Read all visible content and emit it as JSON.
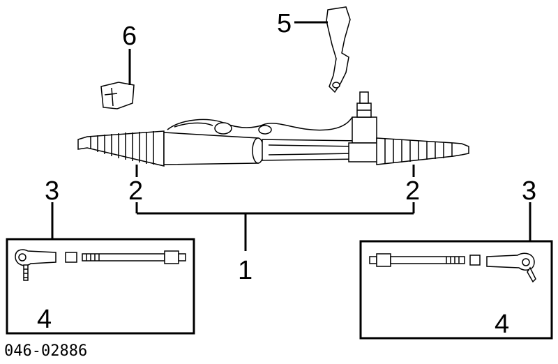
{
  "callouts": {
    "rack": "1",
    "boot_left": "2",
    "boot_right": "2",
    "tie_rod_left": "3",
    "tie_rod_right": "3",
    "tie_rod_end_left": "4",
    "tie_rod_end_right": "4",
    "bracket": "5",
    "bushing": "6"
  },
  "diagram_code": "046-02886"
}
